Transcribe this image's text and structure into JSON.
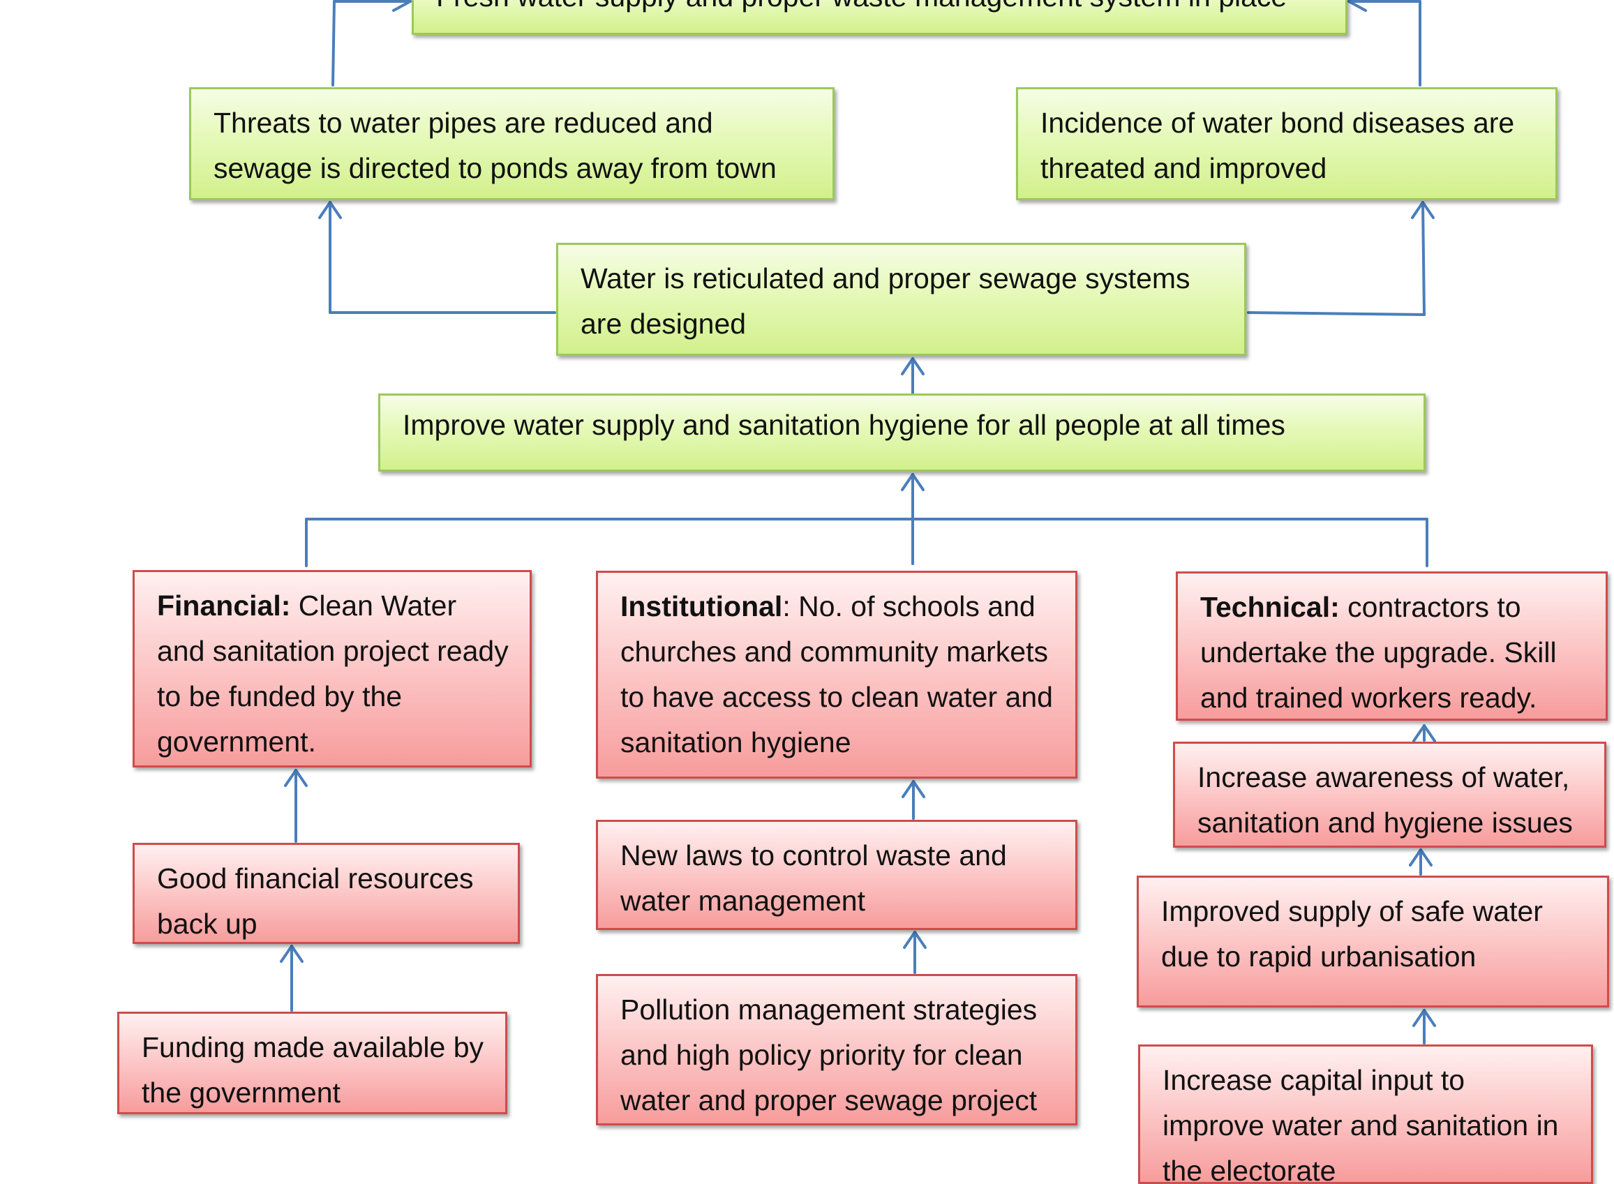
{
  "colors": {
    "arrow": "#4a7ebb",
    "green_fill": "#e5f9b8",
    "green_border": "#9bc95a",
    "red_fill": "#fcc6c6",
    "red_border": "#cf4c4c"
  },
  "nodes": {
    "goal": "Fresh water supply and proper waste management system in place",
    "outcome_left": "Threats to water pipes are reduced and sewage is directed to ponds away from town",
    "outcome_right": "Incidence of water bond diseases are threated and improved",
    "output": "Water is reticulated and proper sewage systems are designed",
    "purpose": "Improve water supply and sanitation hygiene for all people at all times",
    "financial": {
      "label": "Financial:",
      "text": " Clean Water and sanitation project ready to be funded by the government."
    },
    "financial_2": "Good financial resources back up",
    "financial_3": "Funding made available by the government",
    "institutional": {
      "label": "Institutional",
      "text": ": No. of schools and churches and community markets to have access to clean water and sanitation hygiene"
    },
    "institutional_2": "New laws to control waste and water management",
    "institutional_3": "Pollution management strategies and high policy priority for clean water and proper sewage project",
    "technical": {
      "label": "Technical:",
      "text": " contractors to undertake the upgrade. Skill and trained workers ready."
    },
    "technical_2": "Increase awareness of water, sanitation and hygiene issues",
    "technical_3": "Improved supply of safe water due to rapid urbanisation",
    "technical_4": "Increase capital input to improve water and sanitation in the electorate"
  }
}
